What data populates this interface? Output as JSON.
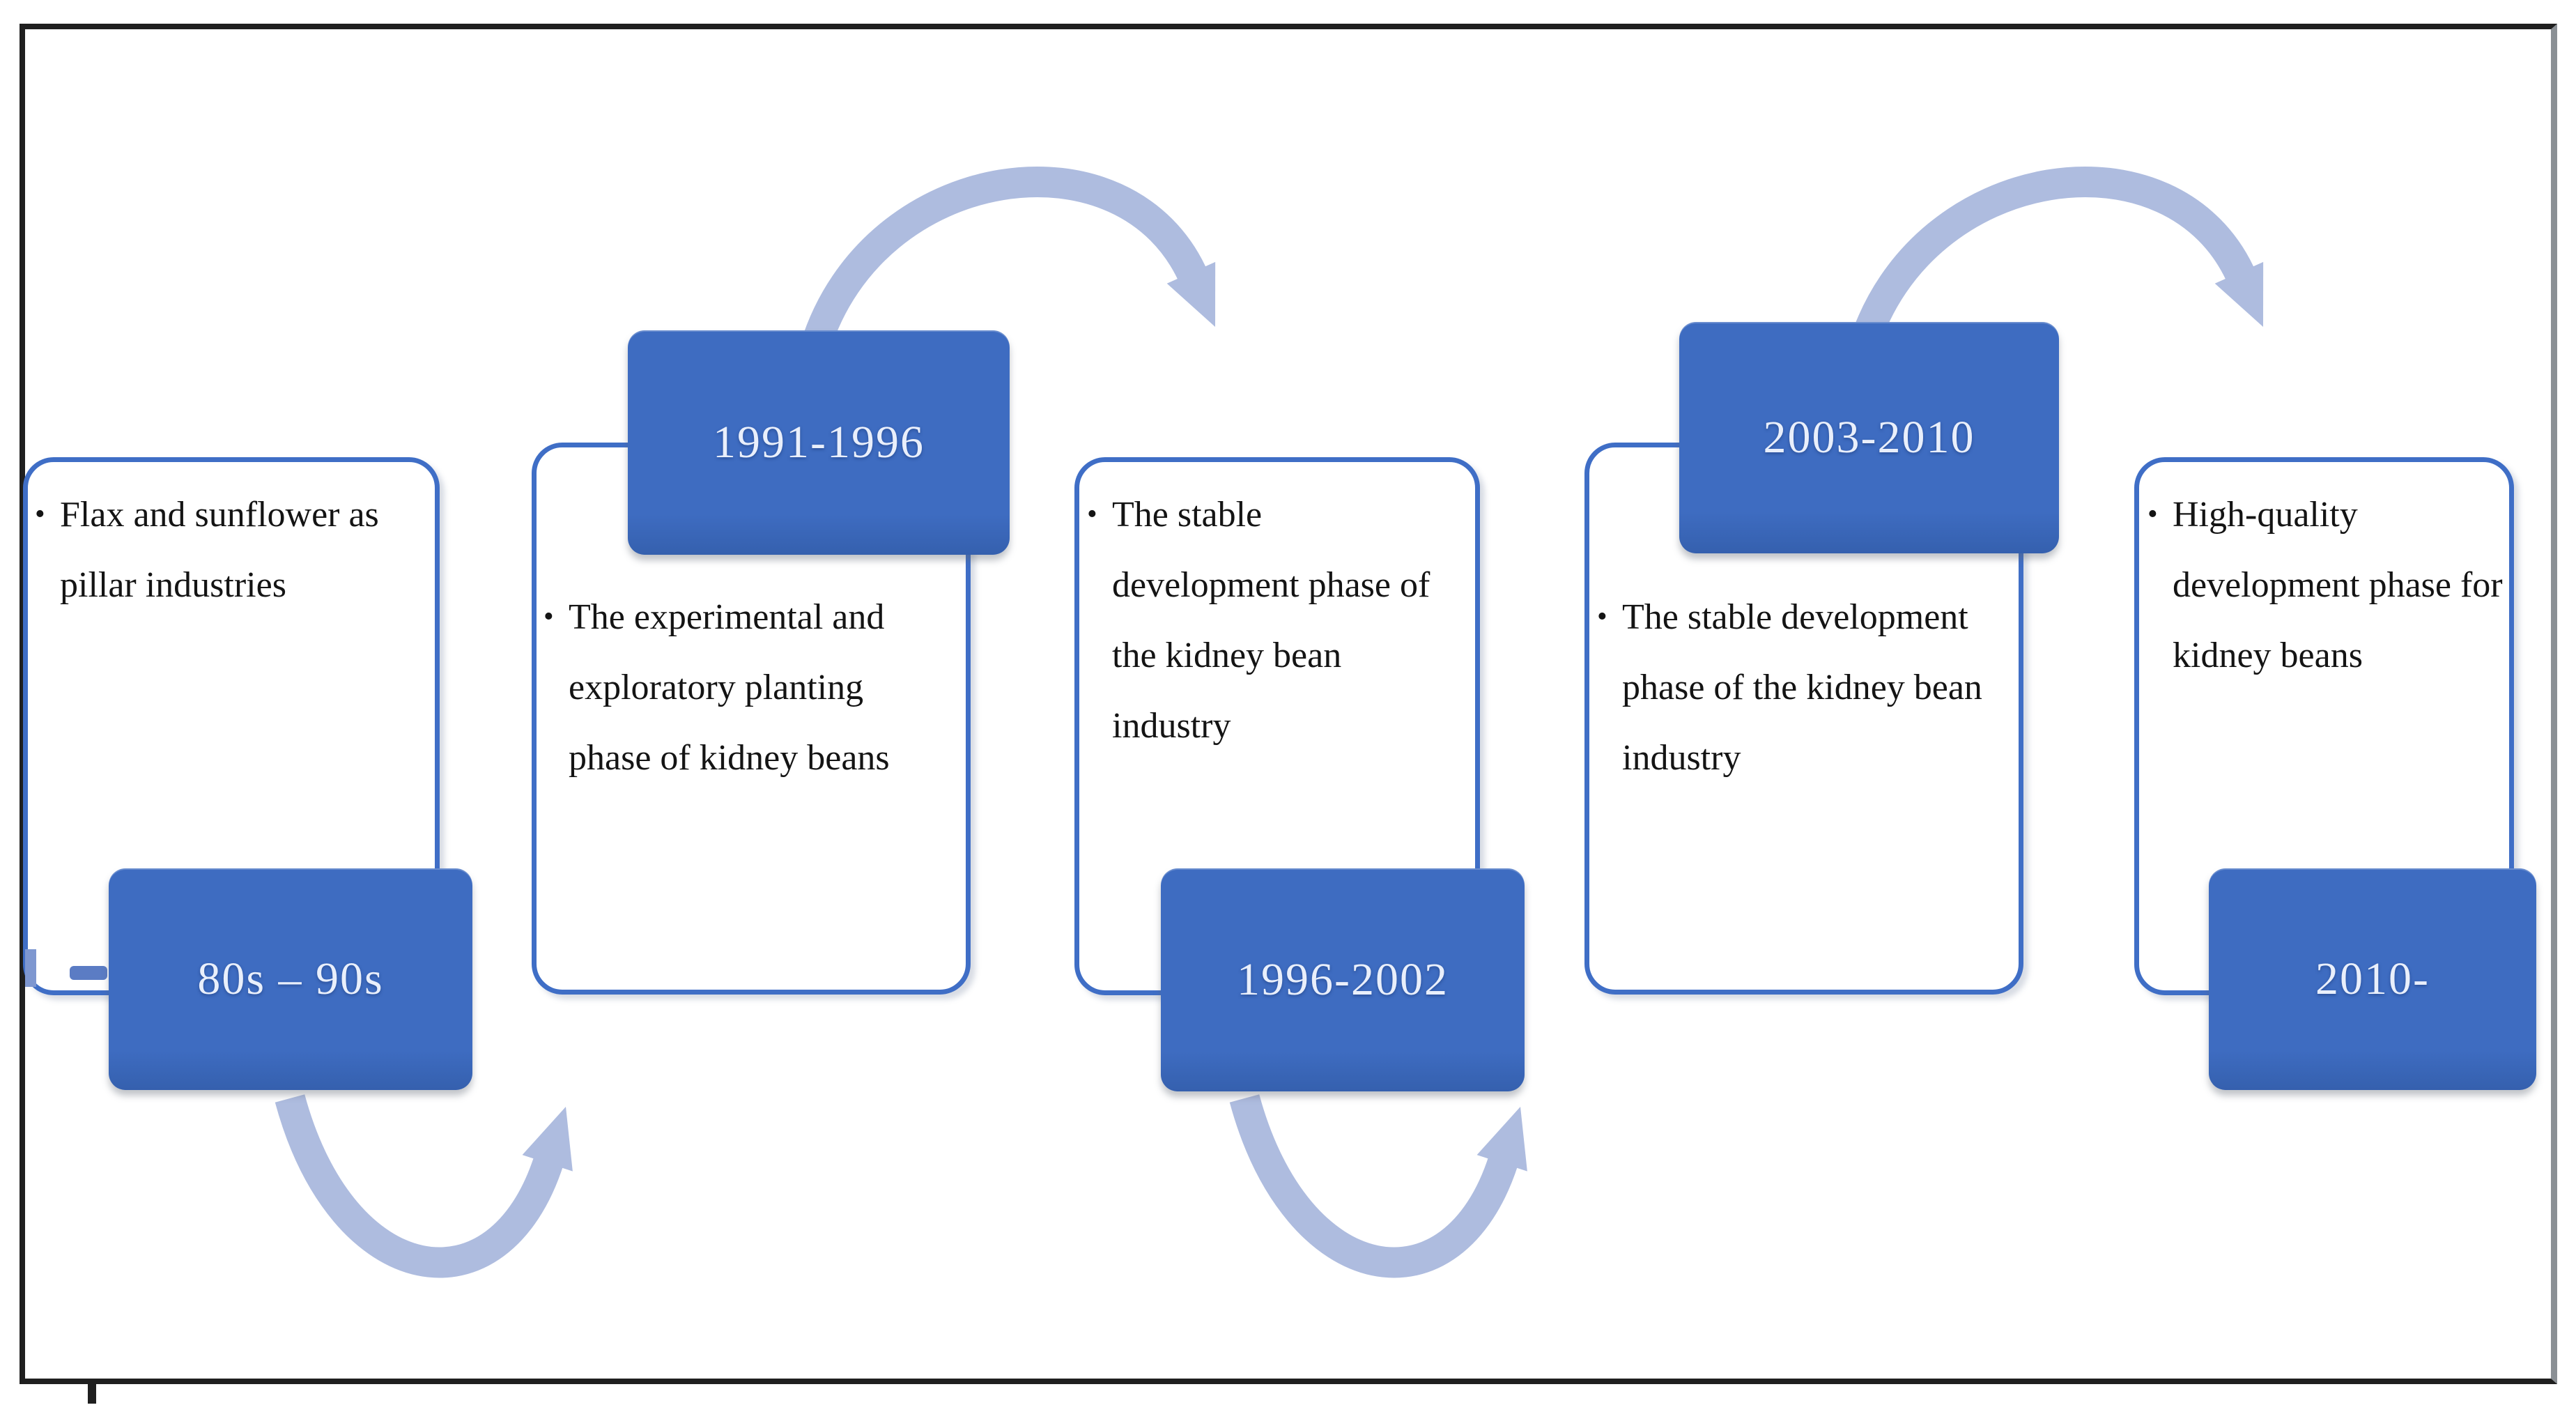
{
  "figure_type": "timeline-process-diagram",
  "bullet": "•",
  "stages": [
    {
      "period": "80s – 90s",
      "label_position": "bottom",
      "lines": [
        "Flax and sunflower as",
        "pillar industries"
      ]
    },
    {
      "period": "1991-1996",
      "label_position": "top",
      "lines": [
        "The experimental and",
        "exploratory planting",
        "phase of kidney beans"
      ]
    },
    {
      "period": "1996-2002",
      "label_position": "bottom",
      "lines": [
        "The stable",
        "development phase of",
        "the kidney bean",
        "industry"
      ]
    },
    {
      "period": "2003-2010",
      "label_position": "top",
      "lines": [
        "The stable development",
        "phase of the kidney bean",
        "industry"
      ]
    },
    {
      "period": "2010-",
      "label_position": "bottom",
      "lines": [
        "High-quality",
        "development phase for",
        "kidney beans"
      ]
    }
  ],
  "arrows": [
    {
      "name": "flow-arrow-over-1",
      "shape": "arch",
      "from": "1991-1996",
      "to": "1996-2002 card"
    },
    {
      "name": "flow-arrow-under-1",
      "shape": "u-curve",
      "from": "80s – 90s",
      "to": "1991-1996 card"
    },
    {
      "name": "flow-arrow-under-2",
      "shape": "u-curve",
      "from": "1996-2002",
      "to": "2003-2010 card"
    },
    {
      "name": "flow-arrow-over-2",
      "shape": "arch",
      "from": "2003-2010",
      "to": "2010- card"
    }
  ],
  "colors": {
    "accent_blue": "#3E6CC1",
    "accent_blue_dark": "#3560AE",
    "card_border": "#3F6EC6",
    "arrow": "#AEBCDF",
    "date_text": "#E9EFFB",
    "body_text": "#141414",
    "frame": "#1F1F1F",
    "frame_right": "#8B9095"
  }
}
